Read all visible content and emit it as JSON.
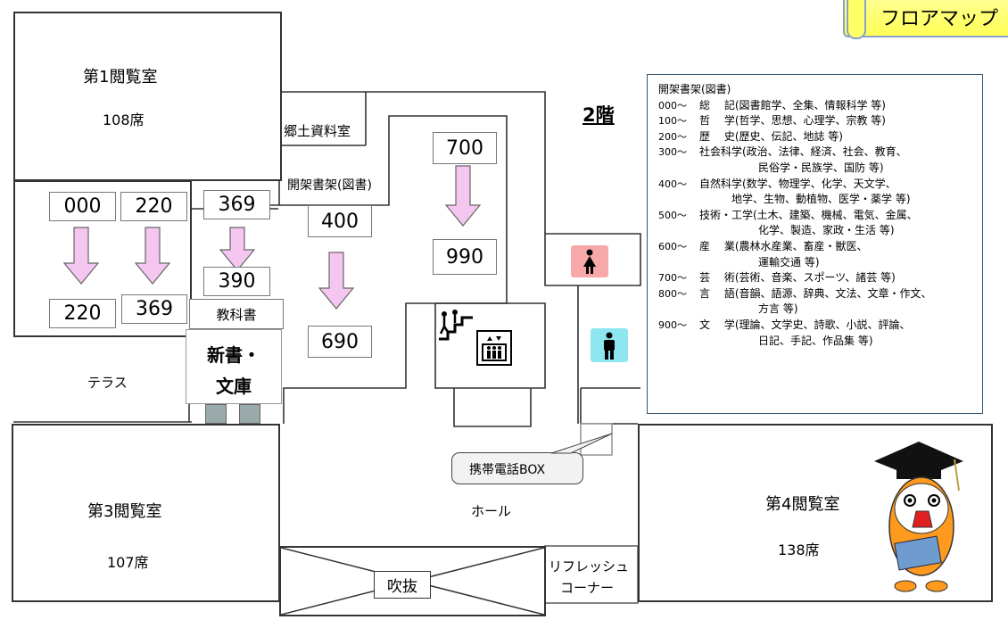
{
  "title_badge": "フロアマップ",
  "floor_label": "2階",
  "rooms": {
    "reading1_name": "第1閲覧室",
    "reading1_seats": "108席",
    "reading3_name": "第3閲覧室",
    "reading3_seats": "107席",
    "reading4_name": "第4閲覧室",
    "reading4_seats": "138席",
    "local_materials": "郷土資料室",
    "terrace": "テラス",
    "hall": "ホール",
    "atrium": "吹抜",
    "refresh_line1": "リフレッシュ",
    "refresh_line2": "コーナー",
    "phone_box": "携帯電話BOX",
    "open_shelves": "開架書架(図書)",
    "textbooks": "教科書",
    "shinsho_line1": "新書・",
    "shinsho_line2": "文庫"
  },
  "shelves": {
    "a_top": "000",
    "a_bottom": "220",
    "b_top": "220",
    "b_bottom": "369",
    "c_top": "369",
    "c_bottom": "390",
    "d_top": "400",
    "d_bottom": "690",
    "e_top": "700",
    "e_bottom": "990"
  },
  "legend": {
    "title": "開架書架(図書)",
    "entries": [
      {
        "code": "000〜",
        "text": "総　 記(図書館学、全集、情報科学 等)"
      },
      {
        "code": "100〜",
        "text": "哲　 学(哲学、思想、心理学、宗教 等)"
      },
      {
        "code": "200〜",
        "text": "歴　 史(歴史、伝記、地誌 等)"
      },
      {
        "code": "300〜",
        "text": "社会科学(政治、法律、経済、社会、教育、"
      },
      {
        "code": "",
        "text": "民俗学・民族学、国防 等)",
        "indent": "cont"
      },
      {
        "code": "400〜",
        "text": "自然科学(数学、物理学、化学、天文学、"
      },
      {
        "code": "",
        "text": "地学、生物、動植物、医学・薬学 等)",
        "indent": "cont2"
      },
      {
        "code": "500〜",
        "text": "技術・工学(土木、建築、機械、電気、金属、"
      },
      {
        "code": "",
        "text": "化学、製造、家政・生活 等)",
        "indent": "cont"
      },
      {
        "code": "600〜",
        "text": "産　 業(農林水産業、畜産・獣医、"
      },
      {
        "code": "",
        "text": "運輸交通 等)",
        "indent": "cont"
      },
      {
        "code": "700〜",
        "text": "芸　 術(芸術、音楽、スポーツ、諸芸 等)"
      },
      {
        "code": "800〜",
        "text": "言　 語(音韻、語源、辞典、文法、文章・作文、"
      },
      {
        "code": "",
        "text": "方言 等)",
        "indent": "cont"
      },
      {
        "code": "900〜",
        "text": "文　 学(理論、文学史、詩歌、小説、評論、"
      },
      {
        "code": "",
        "text": "日記、手記、作品集 等)",
        "indent": "cont"
      }
    ]
  },
  "icons": {
    "restroom_women": "woman-restroom-icon",
    "restroom_men": "man-restroom-icon",
    "stairs": "stairs-icon",
    "elevator": "elevator-icon",
    "mascot": "mascot-bird-graduate"
  },
  "colors": {
    "arrow_fill": "#f4c6f0",
    "arrow_stroke": "#666666",
    "women_bg": "#f7a8a8",
    "men_bg": "#8ee6f0",
    "badge_fill": "#ffff66",
    "badge_border": "#8aa2c8"
  }
}
